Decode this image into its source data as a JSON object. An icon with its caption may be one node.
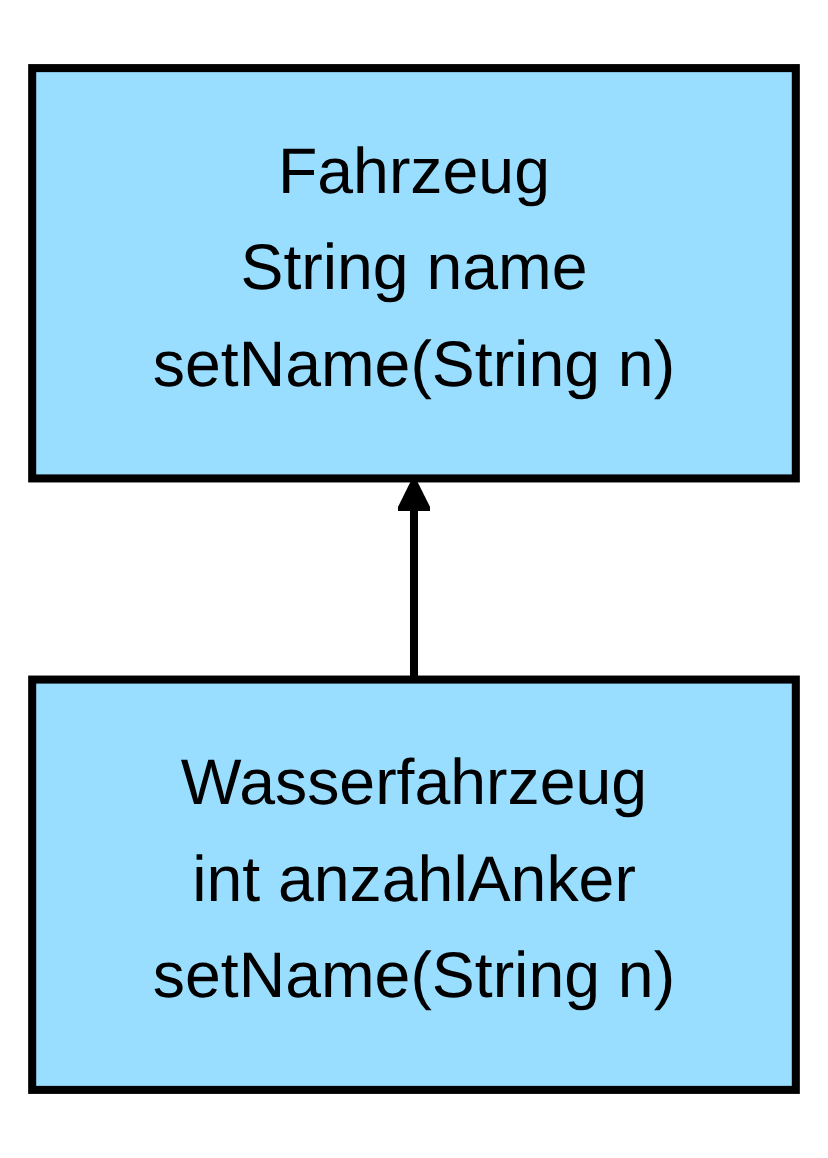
{
  "diagram": {
    "nodes": [
      {
        "text": [
          "Fahrzeug",
          "String name",
          "setName(String n)"
        ]
      },
      {
        "text": [
          "Wasserfahrzeug",
          "int anzahlAnker",
          "setName(String n)"
        ]
      }
    ],
    "edges": [
      {
        "from": 1,
        "to": 0,
        "arrow": "to"
      }
    ]
  }
}
